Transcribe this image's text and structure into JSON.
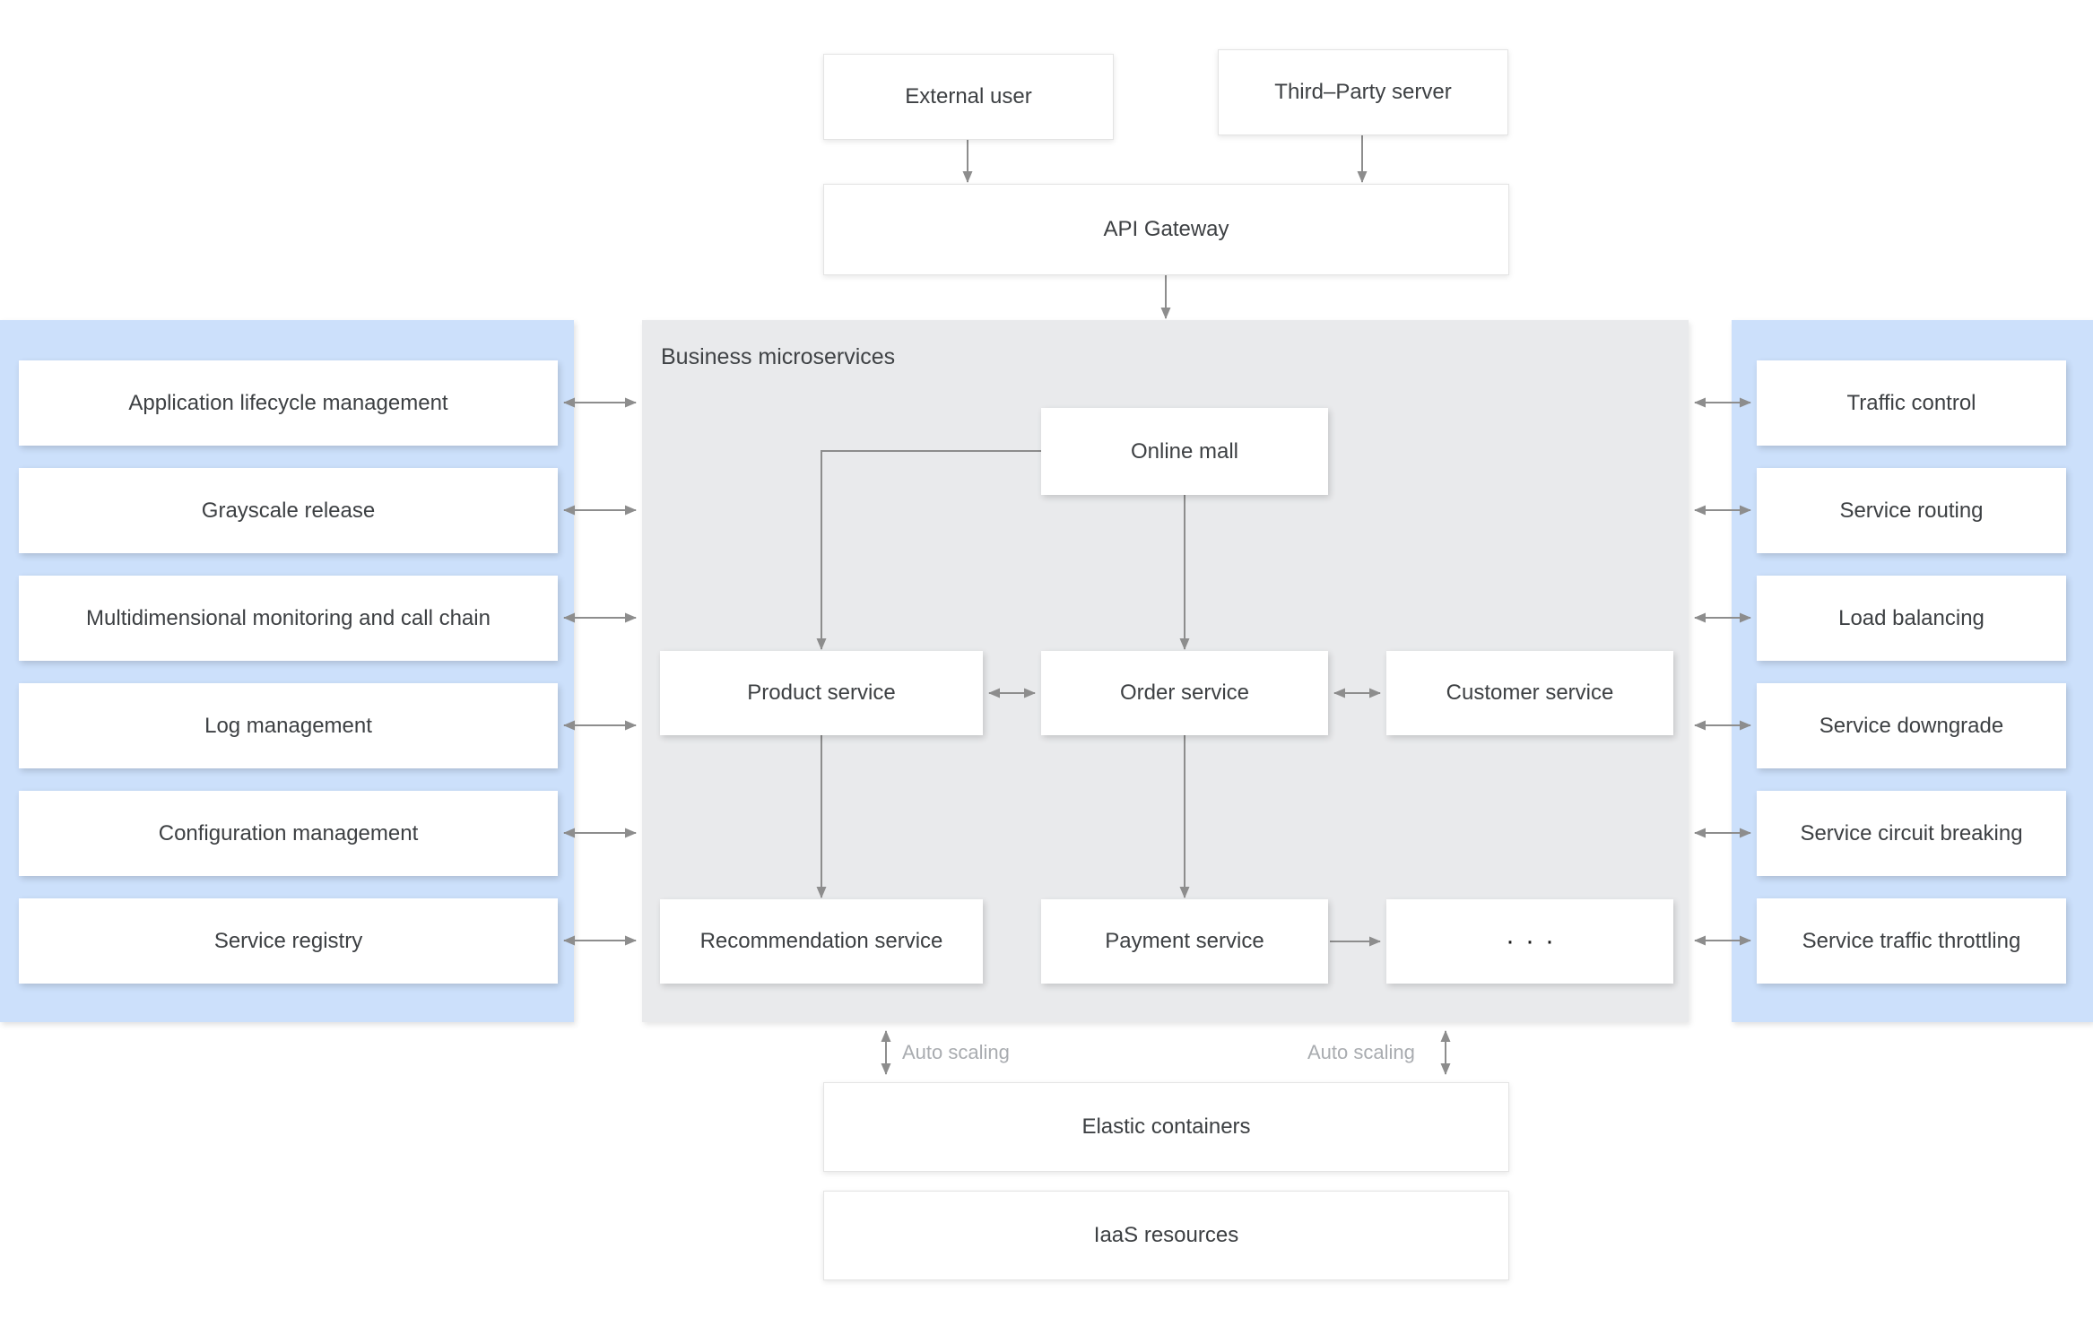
{
  "diagram": {
    "top": {
      "external_user": "External user",
      "third_party_server": "Third–Party server",
      "api_gateway": "API Gateway"
    },
    "platform_left": {
      "items": [
        "Application lifecycle management",
        "Grayscale release",
        "Multidimensional monitoring and call chain",
        "Log management",
        "Configuration management",
        "Service registry"
      ]
    },
    "business": {
      "title": "Business microservices",
      "online_mall": "Online mall",
      "product_service": "Product service",
      "order_service": "Order service",
      "customer_service": "Customer service",
      "recommendation_service": "Recommendation service",
      "payment_service": "Payment service",
      "more_services": "···"
    },
    "governance_right": {
      "items": [
        "Traffic control",
        "Service routing",
        "Load balancing",
        "Service downgrade",
        "Service circuit breaking",
        "Service traffic throttling"
      ]
    },
    "infrastructure": {
      "elastic_containers": "Elastic containers",
      "iaas_resources": "IaaS resources",
      "auto_scaling_left": "Auto scaling",
      "auto_scaling_right": "Auto scaling"
    },
    "colors": {
      "panel_blue": "#cce0fb",
      "panel_gray": "#e9eaec",
      "arrow_gray": "#8d8d8d",
      "text_dark": "#3d4043",
      "text_muted": "#a9acb0"
    }
  }
}
